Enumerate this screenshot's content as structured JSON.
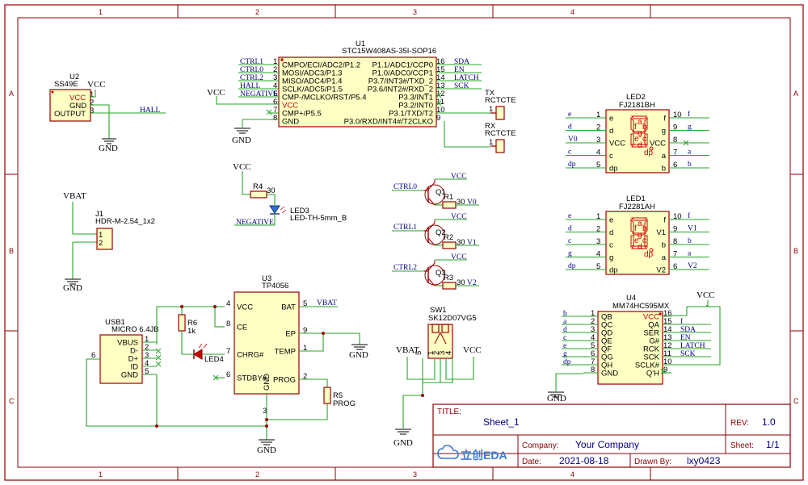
{
  "frame": {
    "cols": [
      "1",
      "2",
      "3",
      "4"
    ],
    "rows": [
      "A",
      "B",
      "C"
    ]
  },
  "title_block": {
    "title_label": "TITLE:",
    "title": "Sheet_1",
    "rev_label": "REV:",
    "rev": "1.0",
    "company_label": "Company:",
    "company": "Your Company",
    "sheet_label": "Sheet:",
    "sheet": "1/1",
    "date_label": "Date:",
    "date": "2021-08-18",
    "drawn_label": "Drawn By:",
    "drawn": "lxy0423",
    "logo": "立创EDA"
  },
  "u1": {
    "ref": "U1",
    "part": "STC15W408AS-35I-SOP16",
    "left_pins": [
      {
        "num": "1",
        "name": "CMPO/ECI/ADC2/P1.2",
        "net": "CTRL1"
      },
      {
        "num": "2",
        "name": "MOSI/ADC3/P1.3",
        "net": "CTRL0"
      },
      {
        "num": "3",
        "name": "MISO/ADC4/P1.4",
        "net": "CTRL2"
      },
      {
        "num": "4",
        "name": "SCLK/ADC5/P1.5",
        "net": "HALL"
      },
      {
        "num": "5",
        "name": "CMP-/MCLKO/RST/P5.4",
        "net": "NEGATIVE"
      },
      {
        "num": "6",
        "name": "VCC",
        "net": ""
      },
      {
        "num": "7",
        "name": "CMP+/P5.5",
        "net": ""
      },
      {
        "num": "8",
        "name": "GND",
        "net": ""
      }
    ],
    "right_pins": [
      {
        "num": "16",
        "name": "P1.1/ADC1/CCP0",
        "net": "SDA"
      },
      {
        "num": "15",
        "name": "P1.0/ADC0/CCP1",
        "net": "EN"
      },
      {
        "num": "14",
        "name": "P3.7/INT3#/TXD_2",
        "net": "LATCH"
      },
      {
        "num": "13",
        "name": "P3.6/INT2#/RXD_2",
        "net": "SCK"
      },
      {
        "num": "12",
        "name": "P3.3/INT1",
        "net": ""
      },
      {
        "num": "11",
        "name": "P3.2/INT0",
        "net": ""
      },
      {
        "num": "10",
        "name": "P3.1/TXD/T2",
        "net": ""
      },
      {
        "num": "9",
        "name": "P3.0/RXD/INT4#/T2CLKO",
        "net": ""
      }
    ],
    "vcc": "VCC",
    "gnd": "GND"
  },
  "tx": {
    "ref": "TX",
    "part": "RCTCTE",
    "pin": "1"
  },
  "rx": {
    "ref": "RX",
    "part": "RCTCTE",
    "pin": "1"
  },
  "u2": {
    "ref": "U2",
    "part": "SS49E",
    "pins": [
      {
        "num": "1",
        "name": "VCC"
      },
      {
        "num": "2",
        "name": "GND"
      },
      {
        "num": "3",
        "name": "OUTPUT"
      }
    ],
    "vcc": "VCC",
    "gnd": "GND",
    "net": "HALL"
  },
  "j1": {
    "ref": "J1",
    "part": "HDR-M-2.54_1x2",
    "pins": [
      "1",
      "2"
    ],
    "vbat": "VBAT",
    "gnd": "GND"
  },
  "r4": {
    "ref": "R4",
    "value": "30",
    "vcc": "VCC",
    "net": "NEGATIVE"
  },
  "led3": {
    "ref": "LED3",
    "part": "LED-TH-5mm_B"
  },
  "transistors": [
    {
      "ref": "Q1",
      "net": "CTRL0",
      "vcc": "VCC",
      "r_ref": "R1",
      "r_val": "30",
      "out": "V0"
    },
    {
      "ref": "Q2",
      "net": "CTRL1",
      "vcc": "VCC",
      "r_ref": "R2",
      "r_val": "30",
      "out": "V1"
    },
    {
      "ref": "Q3",
      "net": "CTRL2",
      "vcc": "VCC",
      "r_ref": "R3",
      "r_val": "30",
      "out": "V2"
    }
  ],
  "led2": {
    "ref": "LED2",
    "part": "FJ2181BH",
    "left": [
      {
        "num": "1",
        "name": "e",
        "net": "e"
      },
      {
        "num": "2",
        "name": "d",
        "net": "d"
      },
      {
        "num": "3",
        "name": "VCC",
        "net": "V0"
      },
      {
        "num": "4",
        "name": "c",
        "net": "c"
      },
      {
        "num": "5",
        "name": "dp",
        "net": "dp"
      }
    ],
    "right": [
      {
        "num": "10",
        "name": "f",
        "net": "f"
      },
      {
        "num": "9",
        "name": "g",
        "net": "g"
      },
      {
        "num": "8",
        "name": "VCC",
        "net": ""
      },
      {
        "num": "7",
        "name": "a",
        "net": "a"
      },
      {
        "num": "6",
        "name": "b",
        "net": "b"
      }
    ],
    "segs": {
      "a": "a",
      "b": "b",
      "c": "c",
      "d": "d",
      "e": "e",
      "f": "f",
      "g": "g",
      "dp": "dp"
    }
  },
  "led1": {
    "ref": "LED1",
    "part": "FJ2281AH",
    "left": [
      {
        "num": "1",
        "name": "e",
        "net": "e"
      },
      {
        "num": "2",
        "name": "d",
        "net": "d"
      },
      {
        "num": "3",
        "name": "c",
        "net": "c"
      },
      {
        "num": "4",
        "name": "g",
        "net": "g"
      },
      {
        "num": "5",
        "name": "dp",
        "net": "dp"
      }
    ],
    "right": [
      {
        "num": "10",
        "name": "f",
        "net": "f"
      },
      {
        "num": "9",
        "name": "V1",
        "net": "V1"
      },
      {
        "num": "8",
        "name": "b",
        "net": "b"
      },
      {
        "num": "7",
        "name": "a",
        "net": "a"
      },
      {
        "num": "6",
        "name": "V2",
        "net": "V2"
      }
    ],
    "segs": {
      "a": "a",
      "b": "b",
      "c": "c",
      "d": "d",
      "e": "e",
      "f": "f",
      "g": "g",
      "dp": "dp"
    }
  },
  "u4": {
    "ref": "U4",
    "part": "MM74HC595MX",
    "left": [
      {
        "num": "1",
        "name": "QB",
        "net": "b"
      },
      {
        "num": "2",
        "name": "QC",
        "net": "a"
      },
      {
        "num": "3",
        "name": "QD",
        "net": "d"
      },
      {
        "num": "4",
        "name": "QE",
        "net": "c"
      },
      {
        "num": "5",
        "name": "QF",
        "net": "e"
      },
      {
        "num": "6",
        "name": "QG",
        "net": "g"
      },
      {
        "num": "7",
        "name": "QH",
        "net": "dp"
      },
      {
        "num": "8",
        "name": "GND",
        "net": ""
      }
    ],
    "right": [
      {
        "num": "16",
        "name": "VCC",
        "net": ""
      },
      {
        "num": "15",
        "name": "QA",
        "net": "f"
      },
      {
        "num": "14",
        "name": "SER",
        "net": "SDA"
      },
      {
        "num": "13",
        "name": "G#",
        "net": "EN"
      },
      {
        "num": "12",
        "name": "RCK",
        "net": "LATCH"
      },
      {
        "num": "11",
        "name": "SCK",
        "net": "SCK"
      },
      {
        "num": "10",
        "name": "SCLK#",
        "net": ""
      },
      {
        "num": "9",
        "name": "Q'H",
        "net": ""
      }
    ],
    "vcc": "VCC",
    "gnd": "GND"
  },
  "usb1": {
    "ref": "USB1",
    "part": "MICRO 6.4JB",
    "pins": [
      {
        "num": "1",
        "name": "VBUS"
      },
      {
        "num": "2",
        "name": "D-"
      },
      {
        "num": "3",
        "name": "D+"
      },
      {
        "num": "4",
        "name": "ID"
      },
      {
        "num": "5",
        "name": "GND"
      }
    ],
    "shield": "6"
  },
  "r6": {
    "ref": "R6",
    "value": "1k"
  },
  "led4": {
    "ref": "LED4"
  },
  "u3": {
    "ref": "U3",
    "part": "TP4056",
    "left": [
      {
        "num": "4",
        "name": "VCC"
      },
      {
        "num": "8",
        "name": "CE"
      },
      {
        "num": "7",
        "name": "CHRG#"
      },
      {
        "num": "6",
        "name": "STDBY#"
      }
    ],
    "right": [
      {
        "num": "5",
        "name": "BAT"
      },
      {
        "num": "9",
        "name": "EP"
      },
      {
        "num": "1",
        "name": "TEMP"
      },
      {
        "num": "2",
        "name": "PROG"
      }
    ],
    "bottom": {
      "num": "3",
      "name": "GND"
    },
    "vbat": "VBAT",
    "gnd": "GND"
  },
  "r5": {
    "ref": "R5",
    "value": "PROG"
  },
  "sw1": {
    "ref": "SW1",
    "part": "SK12D07VG5",
    "pins": [
      "5",
      "1",
      "2",
      "3",
      "4"
    ],
    "vbat": "VBAT",
    "vcc": "VCC",
    "gnd": "GND"
  },
  "gnd_labels": {
    "main": "GND"
  }
}
